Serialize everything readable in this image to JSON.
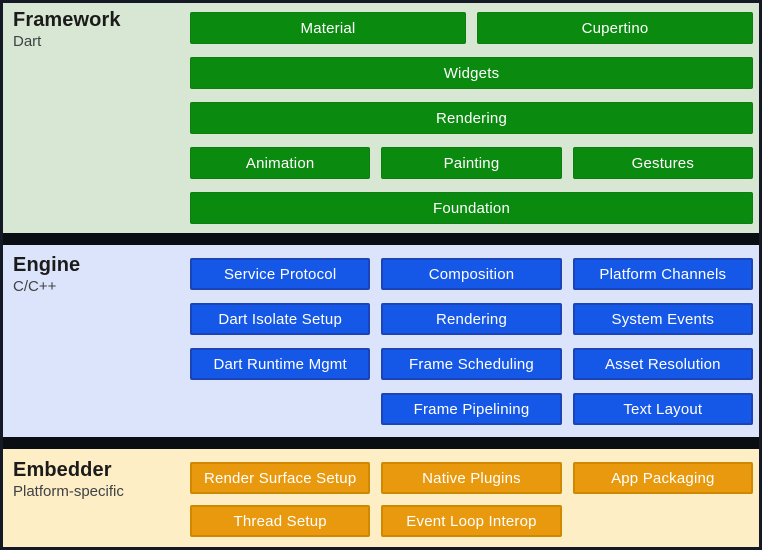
{
  "colors": {
    "frame_border": "#141925",
    "divider": "#0a0d12",
    "framework_bg": "#d8e7d3",
    "framework_button": "#0a8a0e",
    "framework_button_border": "#0d7d10",
    "engine_bg": "#dbe4fa",
    "engine_button": "#1557e6",
    "engine_button_border": "#1a44b8",
    "embedder_bg": "#fdeec6",
    "embedder_button": "#e8990e",
    "embedder_button_border": "#d08801",
    "button_text": "#ffffff",
    "label_text": "#1b1b1b",
    "sublabel_text": "#3f4246"
  },
  "sections": [
    {
      "label": "Framework",
      "sublabel": "Dart",
      "rows": [
        [
          "Material",
          "Cupertino"
        ],
        [
          "Widgets"
        ],
        [
          "Rendering"
        ],
        [
          "Animation",
          "Painting",
          "Gestures"
        ],
        [
          "Foundation"
        ]
      ]
    },
    {
      "label": "Engine",
      "sublabel": "C/C++",
      "rows": [
        [
          "Service Protocol",
          "Composition",
          "Platform Channels"
        ],
        [
          "Dart Isolate Setup",
          "Rendering",
          "System Events"
        ],
        [
          "Dart Runtime Mgmt",
          "Frame Scheduling",
          "Asset Resolution"
        ],
        [
          "Frame Pipelining",
          "Text Layout"
        ]
      ]
    },
    {
      "label": "Embedder",
      "sublabel": "Platform-specific",
      "rows": [
        [
          "Render Surface Setup",
          "Native Plugins",
          "App Packaging"
        ],
        [
          "Thread Setup",
          "Event Loop Interop"
        ]
      ]
    }
  ]
}
